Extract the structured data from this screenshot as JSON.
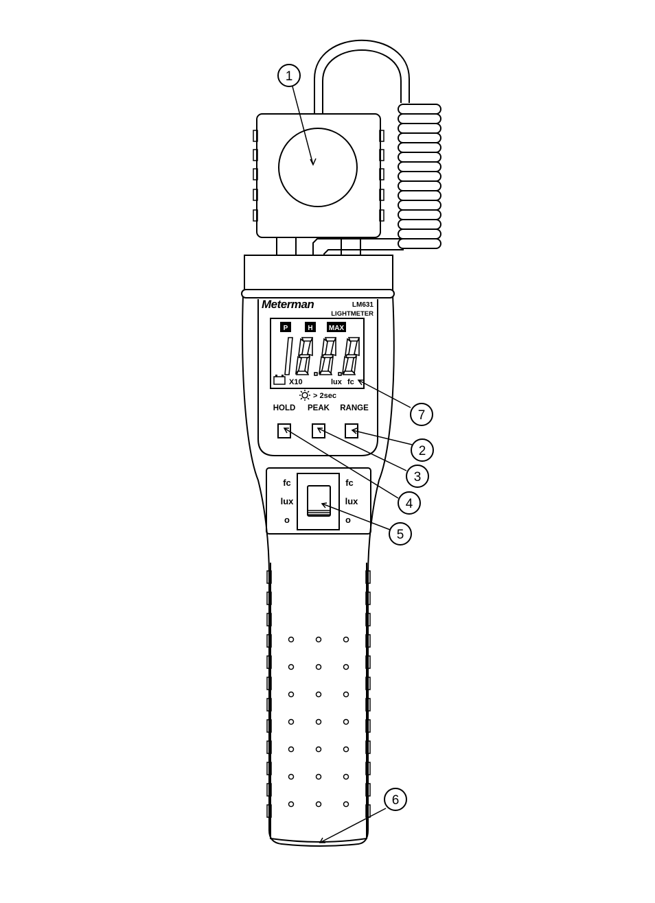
{
  "brand": "Meterman",
  "model": "LM631",
  "product": "LIGHTMETER",
  "lcd": {
    "flags": [
      "P",
      "H",
      "MAX"
    ],
    "multiplier": "X10",
    "units": [
      "lux",
      "fc"
    ],
    "backlight_hint": "> 2sec",
    "icons": [
      "battery-icon",
      "sun-icon"
    ]
  },
  "buttons": [
    "HOLD",
    "PEAK",
    "RANGE"
  ],
  "switch": {
    "left_labels": [
      "fc",
      "lux",
      "o"
    ],
    "right_labels": [
      "fc",
      "lux",
      "o"
    ]
  },
  "callouts": [
    "1",
    "2",
    "3",
    "4",
    "5",
    "6",
    "7"
  ]
}
